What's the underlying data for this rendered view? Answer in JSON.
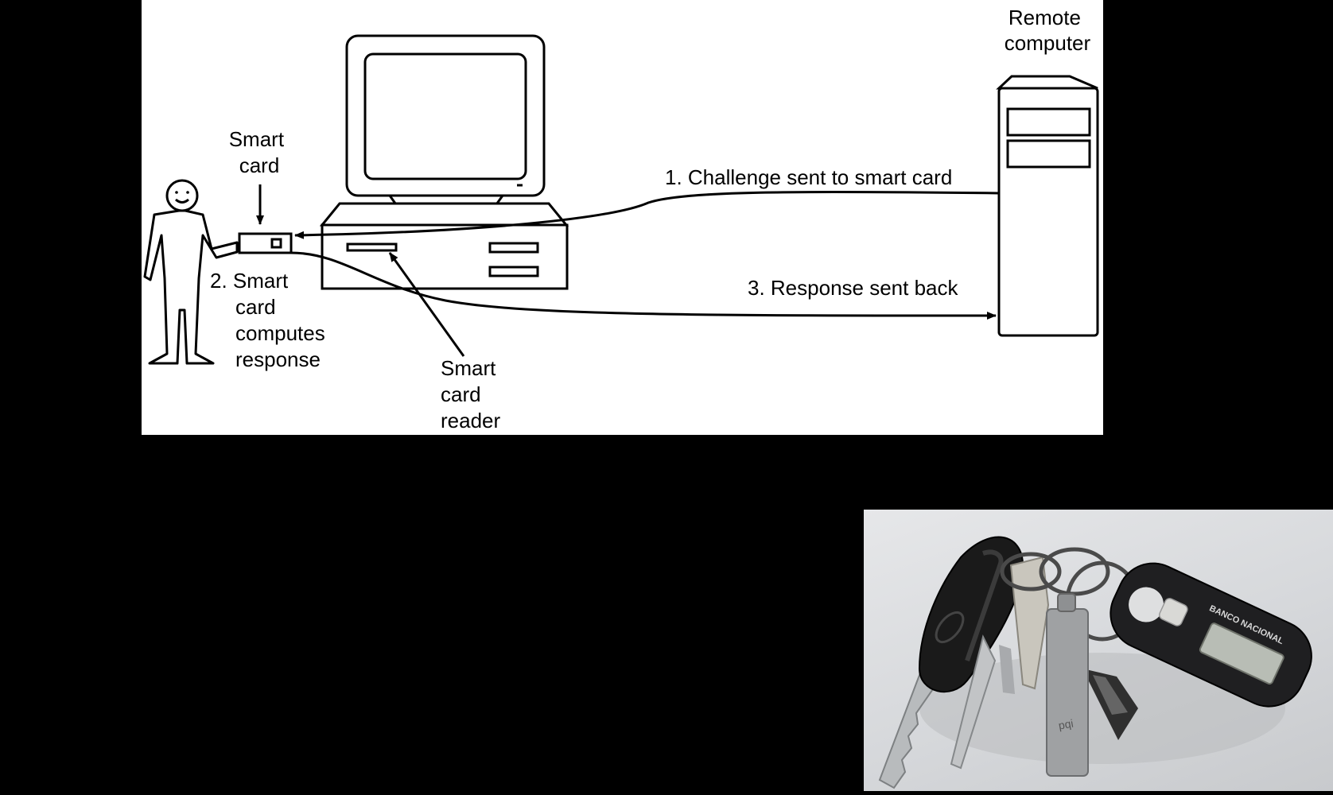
{
  "diagram": {
    "labels": {
      "remote_computer": [
        "Remote",
        "computer"
      ],
      "smart_card": [
        "Smart",
        "card"
      ],
      "step1": "1. Challenge sent to smart card",
      "step2": [
        "2. Smart",
        "card",
        "computes",
        "response"
      ],
      "step3": "3. Response sent back",
      "reader": [
        "Smart",
        "card",
        "reader"
      ]
    }
  },
  "photo": {
    "fob_brand": "BANCO NACIONAL",
    "usb_brand": "pqi"
  },
  "colors": {
    "background": "#000000",
    "diagram_bg": "#ffffff",
    "stroke": "#000000"
  }
}
